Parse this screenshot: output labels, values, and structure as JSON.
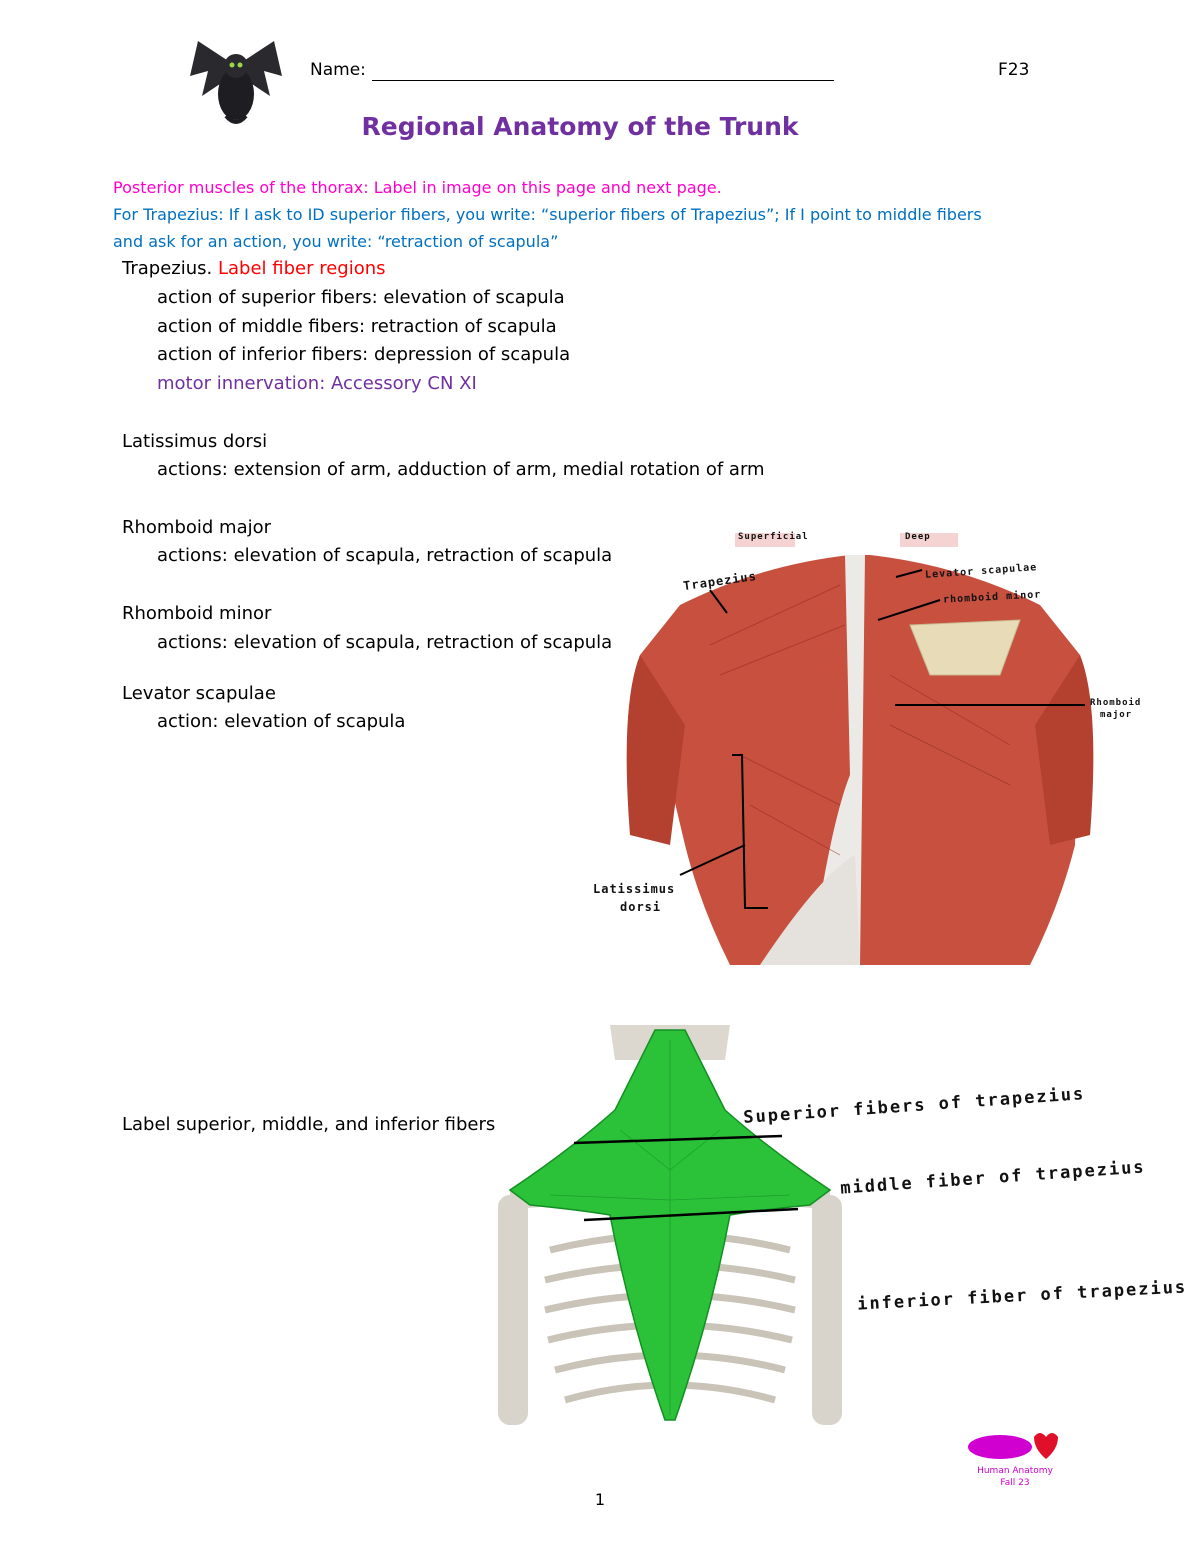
{
  "header": {
    "name_label": "Name:",
    "term": "F23"
  },
  "title": "Regional Anatomy of the Trunk",
  "instructions": {
    "line1": "Posterior muscles of the thorax: Label in image on this page and next page.",
    "line2": "For Trapezius: If I ask to ID superior fibers, you write: “superior fibers of Trapezius”; If I point to middle fibers",
    "line3": "and ask for an action, you write: “retraction of scapula”"
  },
  "trapezius": {
    "name": "Trapezius.",
    "task": "Label fiber regions",
    "superior": "action of superior fibers: elevation of scapula",
    "middle": "action of middle fibers: retraction of scapula",
    "inferior": "action of inferior fibers: depression of scapula",
    "innervation": "motor innervation: Accessory CN XI"
  },
  "latissimus": {
    "name": "Latissimus dorsi",
    "actions": "actions: extension of arm, adduction of arm, medial rotation of arm"
  },
  "rhomboid_major": {
    "name": "Rhomboid major",
    "actions": "actions: elevation of scapula, retraction of scapula"
  },
  "rhomboid_minor": {
    "name": "Rhomboid minor",
    "actions": "actions: elevation of scapula, retraction of scapula"
  },
  "levator": {
    "name": "Levator scapulae",
    "action": "action: elevation of scapula"
  },
  "back_figure": {
    "superficial": "Superficial",
    "deep": "Deep",
    "label_trapezius": "Trapezius",
    "label_levator": "Levator scapulae",
    "label_rhomboid_minor": "rhomboid minor",
    "label_rhomboid_major_1": "Rhomboid",
    "label_rhomboid_major_2": "major",
    "label_latissimus_1": "Latissimus",
    "label_latissimus_2": "dorsi"
  },
  "trap_figure": {
    "prompt": "Label superior, middle, and inferior fibers",
    "superior": "Superior fibers of trapezius",
    "middle": "middle fiber of trapezius",
    "inferior": "inferior fiber of trapezius"
  },
  "logo": {
    "line1": "Human Anatomy",
    "line2": "Fall 23"
  },
  "page_number": "1"
}
